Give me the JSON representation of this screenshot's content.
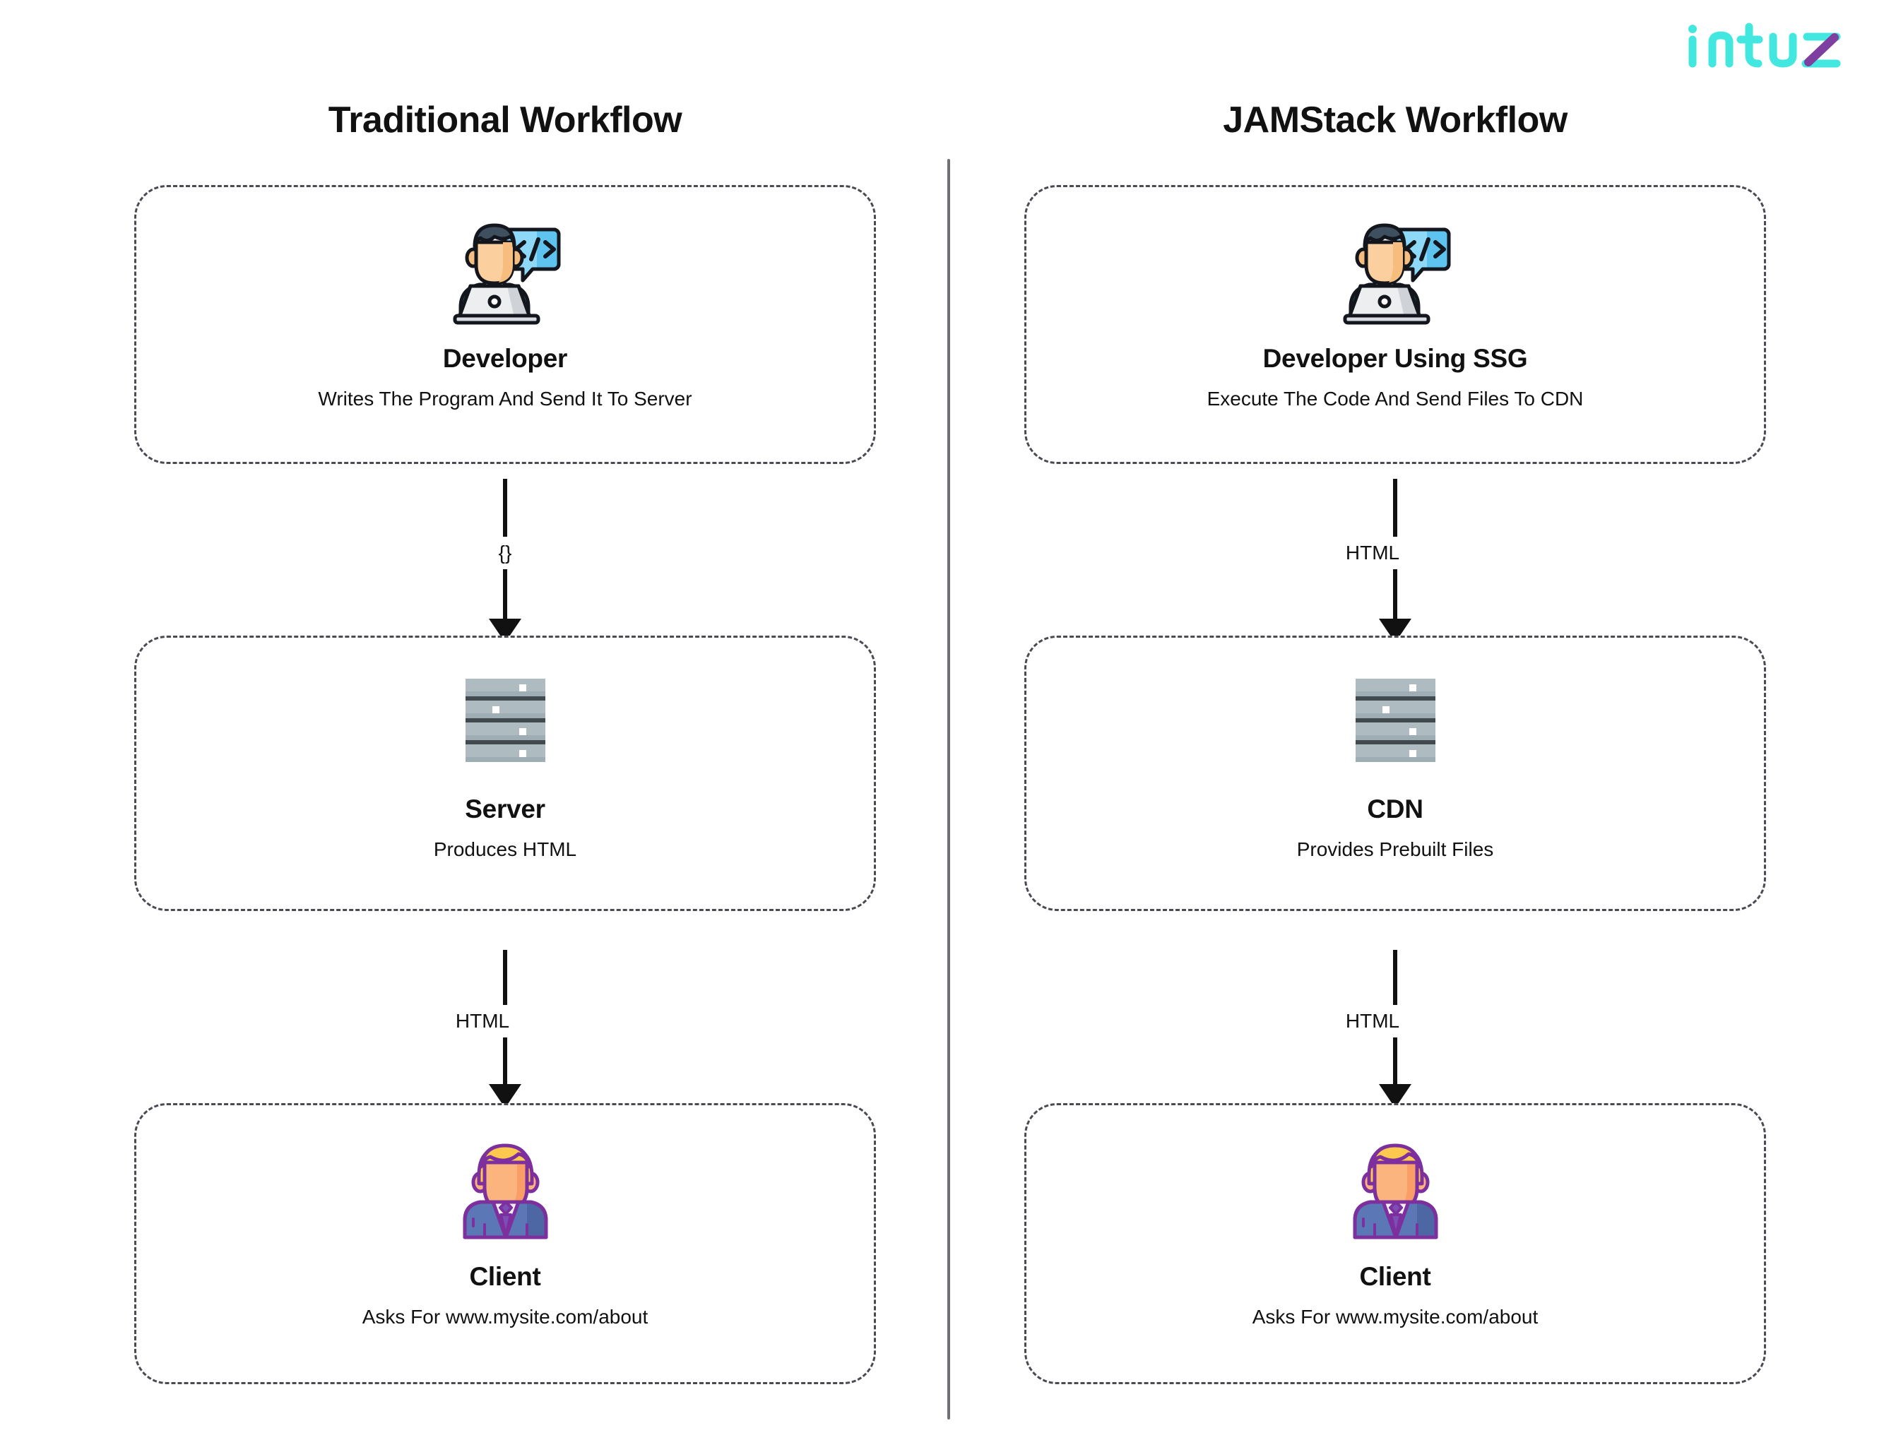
{
  "brand": {
    "name": "intuz",
    "colors": {
      "primary": "#42e8e0",
      "accent": "#7e3fa0"
    }
  },
  "theme": {
    "background": "#ffffff",
    "text": "#111111",
    "card_border": "#4a4a52",
    "divider": "#6f6f75",
    "arrow": "#111111"
  },
  "columns": [
    {
      "id": "traditional",
      "title": "Traditional Workflow",
      "steps": [
        {
          "icon": "developer-icon",
          "title": "Developer",
          "subtitle": "Writes The Program And Send It To Server"
        },
        {
          "icon": "server-icon",
          "title": "Server",
          "subtitle": "Produces HTML"
        },
        {
          "icon": "client-icon",
          "title": "Client",
          "subtitle": "Asks For www.mysite.com/about"
        }
      ],
      "connectors": [
        {
          "label": "{}"
        },
        {
          "label": "HTML"
        }
      ]
    },
    {
      "id": "jamstack",
      "title": "JAMStack Workflow",
      "steps": [
        {
          "icon": "developer-icon",
          "title": "Developer Using SSG",
          "subtitle": "Execute The Code And Send Files To CDN"
        },
        {
          "icon": "server-icon",
          "title": "CDN",
          "subtitle": "Provides Prebuilt Files"
        },
        {
          "icon": "client-icon",
          "title": "Client",
          "subtitle": "Asks For www.mysite.com/about"
        }
      ],
      "connectors": [
        {
          "label": "HTML"
        },
        {
          "label": "HTML"
        }
      ]
    }
  ]
}
